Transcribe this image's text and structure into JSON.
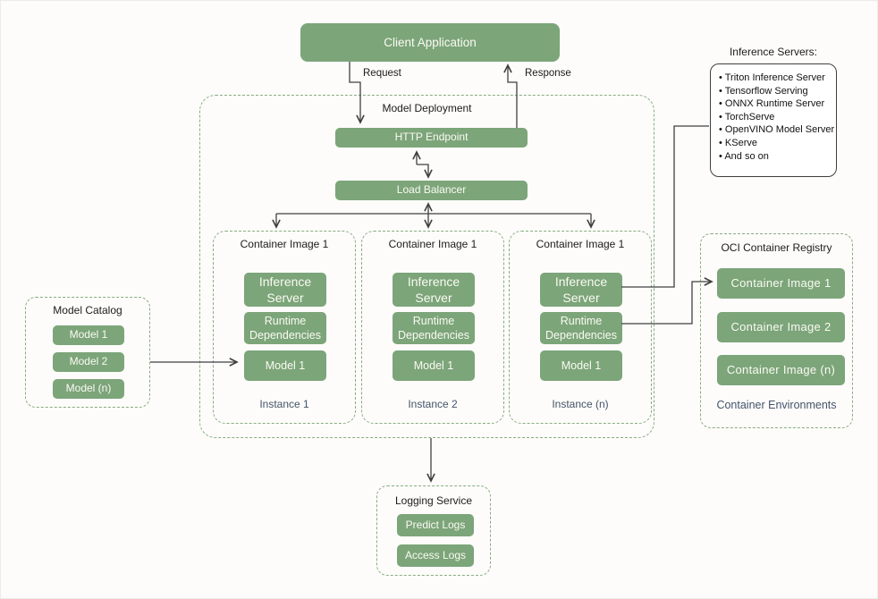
{
  "colors": {
    "background": "#FDFCFA",
    "box_green": "#7CA57A",
    "dashed_green": "#88AC81",
    "line": "#404040",
    "caption_blue": "#44546A",
    "box_text": "#FBFAF2"
  },
  "client_app": {
    "label": "Client Application"
  },
  "arrows": {
    "request": "Request",
    "response": "Response"
  },
  "model_deployment": {
    "title": "Model Deployment",
    "http_endpoint": "HTTP Endpoint",
    "load_balancer": "Load Balancer",
    "instances": [
      {
        "title": "Container Image 1",
        "boxes": [
          "Inference Server",
          "Runtime Dependencies",
          "Model 1"
        ],
        "caption": "Instance 1"
      },
      {
        "title": "Container Image 1",
        "boxes": [
          "Inference Server",
          "Runtime Dependencies",
          "Model 1"
        ],
        "caption": "Instance 2"
      },
      {
        "title": "Container Image 1",
        "boxes": [
          "Inference Server",
          "Runtime Dependencies",
          "Model 1"
        ],
        "caption": "Instance (n)"
      }
    ]
  },
  "model_catalog": {
    "title": "Model Catalog",
    "items": [
      "Model 1",
      "Model 2",
      "Model (n)"
    ]
  },
  "inference_servers": {
    "title": "Inference Servers:",
    "items": [
      "Triton Inference Server",
      "Tensorflow Serving",
      "ONNX Runtime Server",
      "TorchServe",
      "OpenVINO Model Server",
      "KServe",
      "And so on"
    ]
  },
  "oci_registry": {
    "title": "OCI Container Registry",
    "items": [
      "Container Image 1",
      "Container Image 2",
      "Container Image (n)"
    ],
    "caption": "Container Environments"
  },
  "logging_service": {
    "title": "Logging Service",
    "items": [
      "Predict Logs",
      "Access Logs"
    ]
  }
}
